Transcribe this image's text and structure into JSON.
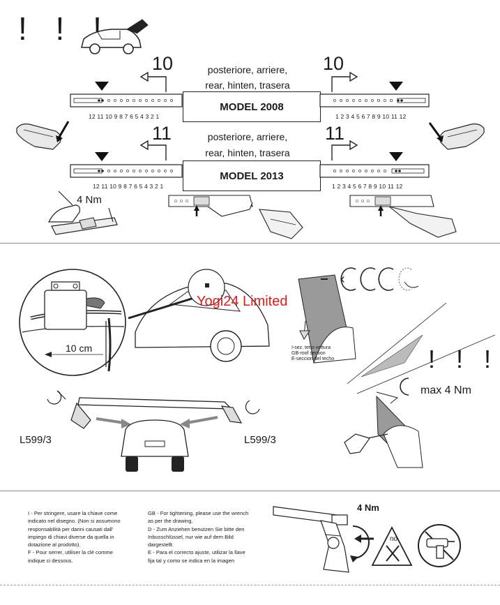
{
  "header": {
    "warning": "! ! !"
  },
  "section_2008": {
    "left_number": "10",
    "right_number": "10",
    "langs_line1": "posteriore, arriere,",
    "langs_line2": "rear, hinten, trasera",
    "model": "MODEL 2008",
    "left_scale": "12 11 10 9 8 7 6 5 4 3 2 1",
    "right_scale": "1 2 3 4 5 6 7 8 9 10 11 12"
  },
  "section_2013": {
    "left_number": "11",
    "right_number": "11",
    "langs_line1": "posteriore, arriere,",
    "langs_line2": "rear, hinten, trasera",
    "model": "MODEL 2013",
    "left_scale": "12 11 10 9 8 7 6 5 4 3 2 1",
    "right_scale": "1 2 3 4 5 6 7 8 9 10 11 12"
  },
  "torque_top": "4 Nm",
  "middle": {
    "distance": "10 cm",
    "watermark": "Yogi24 Limited",
    "part_left": "L599/3",
    "part_right": "L599/3",
    "roof_section_it": "I-sez. tetto vettura",
    "roof_section_gb": "GB-roof section",
    "roof_section_es": "E-seccion del techo",
    "warning": "! ! !",
    "torque": "max 4 Nm"
  },
  "instructions": {
    "col1": [
      "I - Per stringere, usare la chiave come",
      "indicato nel disegno. (Non si assumono",
      "responsabilità per danni causati dall'",
      "impiego di chiavi diverse da quella in",
      "dotazione al prodotto).",
      "F - Pour serrer, utiliser la clé comme",
      "indique ci dessous."
    ],
    "col2": [
      "GB - For tightening, please use the wrench",
      "as per the drawing.",
      "D - Zum Anziehen benutzen Sie bitte den",
      "Inbusschlüssel, nur wie auf dem Bild",
      "dargestellt.",
      "E - Para el correcto ajuste, utilizar la llave",
      "fija tal y como se indica en la imagen"
    ],
    "torque": "4 Nm",
    "no_label": "no"
  },
  "colors": {
    "ink": "#1a1a1a",
    "panel_grey": "#9a9a9a",
    "watermark": "#e01b1b"
  }
}
